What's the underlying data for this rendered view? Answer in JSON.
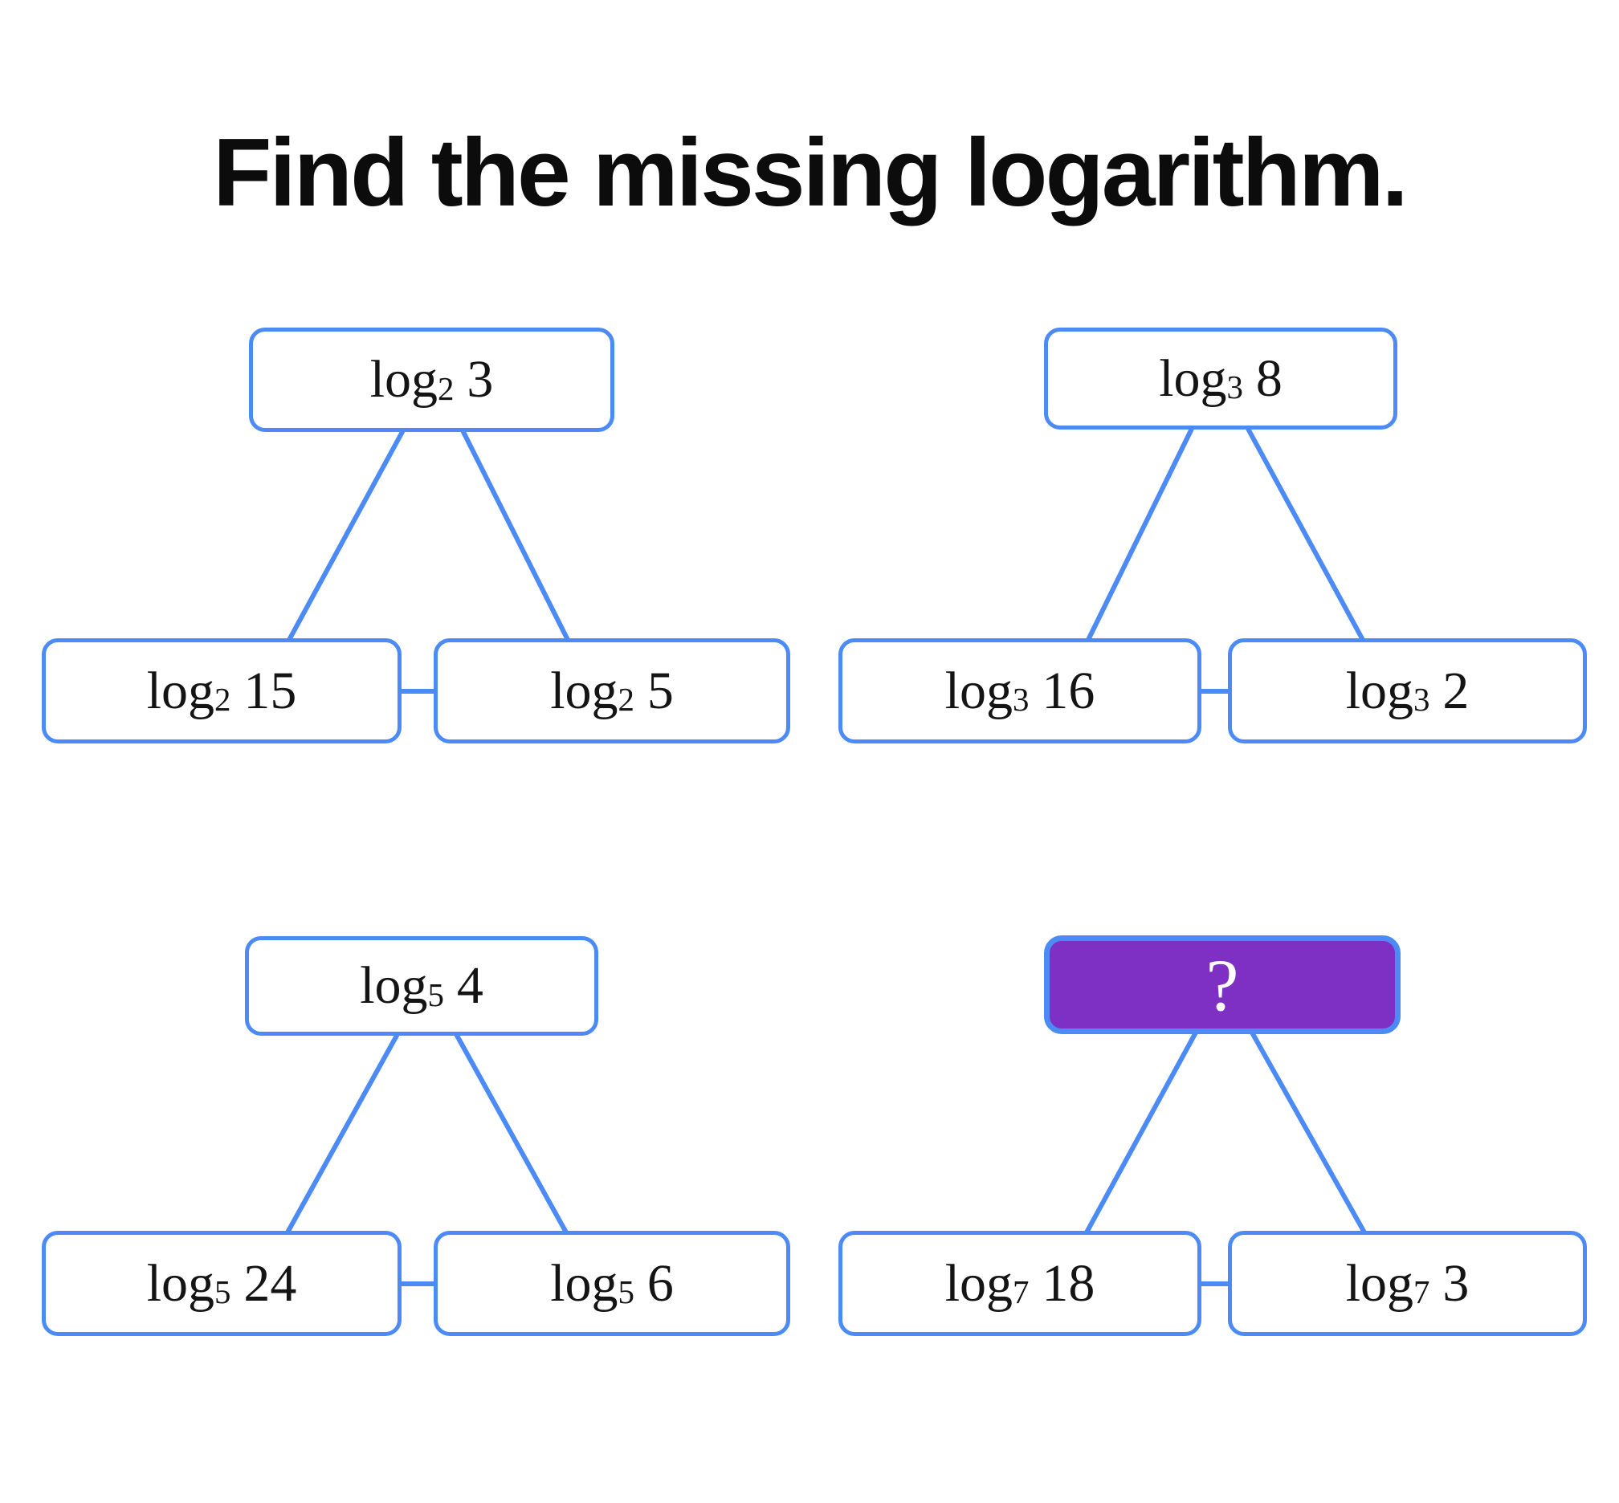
{
  "title": "Find the missing logarithm.",
  "colors": {
    "line_blue": "#4C8BF5",
    "box_fill": "#FFFFFF",
    "missing_fill": "#7E2FC4",
    "text_color": "#141414",
    "title_color": "#0C0C0C",
    "missing_text": "#FFFFFF"
  },
  "diagrams": [
    {
      "name": "log-base-2",
      "top": {
        "prefix": "log",
        "base": "2",
        "arg": "3"
      },
      "left": {
        "prefix": "log",
        "base": "2",
        "arg": "15"
      },
      "right": {
        "prefix": "log",
        "base": "2",
        "arg": "5"
      }
    },
    {
      "name": "log-base-3",
      "top": {
        "prefix": "log",
        "base": "3",
        "arg": "8"
      },
      "left": {
        "prefix": "log",
        "base": "3",
        "arg": "16"
      },
      "right": {
        "prefix": "log",
        "base": "3",
        "arg": "2"
      }
    },
    {
      "name": "log-base-5",
      "top": {
        "prefix": "log",
        "base": "5",
        "arg": "4"
      },
      "left": {
        "prefix": "log",
        "base": "5",
        "arg": "24"
      },
      "right": {
        "prefix": "log",
        "base": "5",
        "arg": "6"
      }
    },
    {
      "name": "log-base-7",
      "top": {
        "unknown": "?"
      },
      "left": {
        "prefix": "log",
        "base": "7",
        "arg": "18"
      },
      "right": {
        "prefix": "log",
        "base": "7",
        "arg": "3"
      }
    }
  ]
}
